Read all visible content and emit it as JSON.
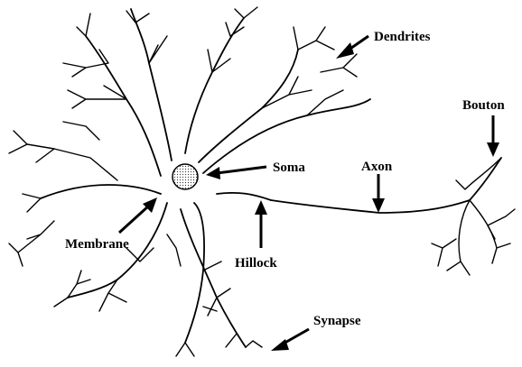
{
  "labels": {
    "dendrites": "Dendrites",
    "bouton": "Bouton",
    "soma": "Soma",
    "axon": "Axon",
    "membrane": "Membrane",
    "hillock": "Hillock",
    "synapse": "Synapse"
  }
}
